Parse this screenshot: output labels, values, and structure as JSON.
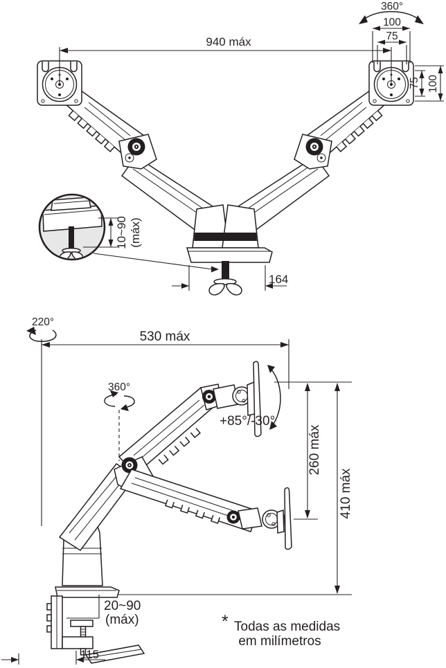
{
  "top_view": {
    "rot_360": "360°",
    "vesa_width_outer": "100",
    "vesa_width_inner": "75",
    "max_width": "940 máx",
    "vesa_height_inner": "75",
    "vesa_height_outer": "100",
    "clamp_thickness_1": "10~90",
    "clamp_thickness_2": "(máx)",
    "base_depth": "164"
  },
  "side_view": {
    "rot_220": "220°",
    "max_reach": "530 máx",
    "rot_360": "360°",
    "tilt_range": "+85°/-30°",
    "lift_range": "260 máx",
    "max_height": "410 máx",
    "desk_thickness_1": "20~90",
    "desk_thickness_2": "(máx)",
    "clamp_offset": "115"
  },
  "footnote": {
    "marker": "*",
    "line1": "Todas as medidas",
    "line2": "em milímetros"
  },
  "colors": {
    "line": "#231f20",
    "detail_fill": "#e7e7e7"
  }
}
